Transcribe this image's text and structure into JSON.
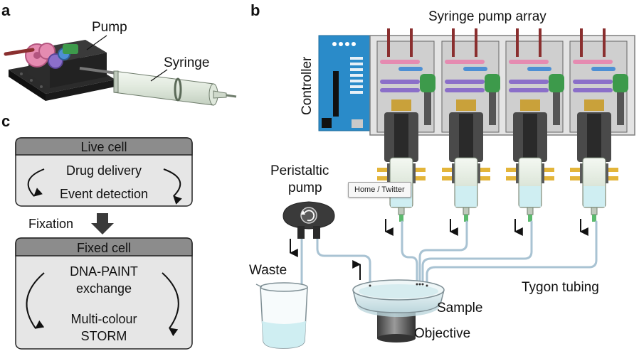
{
  "panels": {
    "a": {
      "letter": "a",
      "labels": {
        "pump": "Pump",
        "syringe": "Syringe"
      }
    },
    "b": {
      "letter": "b",
      "labels": {
        "array": "Syringe pump array",
        "controller": "Controller",
        "peristaltic_line1": "Peristaltic",
        "peristaltic_line2": "pump",
        "waste": "Waste",
        "tygon": "Tygon tubing",
        "sample": "Sample",
        "objective": "Objective"
      }
    },
    "c": {
      "letter": "c",
      "live": {
        "title": "Live cell",
        "item1": "Drug delivery",
        "item2": "Event detection"
      },
      "transition": "Fixation",
      "fixed": {
        "title": "Fixed cell",
        "item1_line1": "DNA-PAINT",
        "item1_line2": "exchange",
        "item2_line1": "Multi-colour",
        "item2_line2": "STORM"
      }
    }
  },
  "tooltip": "Home / Twitter",
  "colors": {
    "controller_blue": "#2a8bc9",
    "box_header": "#8c8c8c",
    "box_body": "#e6e6e6",
    "tubing": "#a9c3d3",
    "liquid": "#cfeef2",
    "green_tip": "#5cba6e"
  }
}
